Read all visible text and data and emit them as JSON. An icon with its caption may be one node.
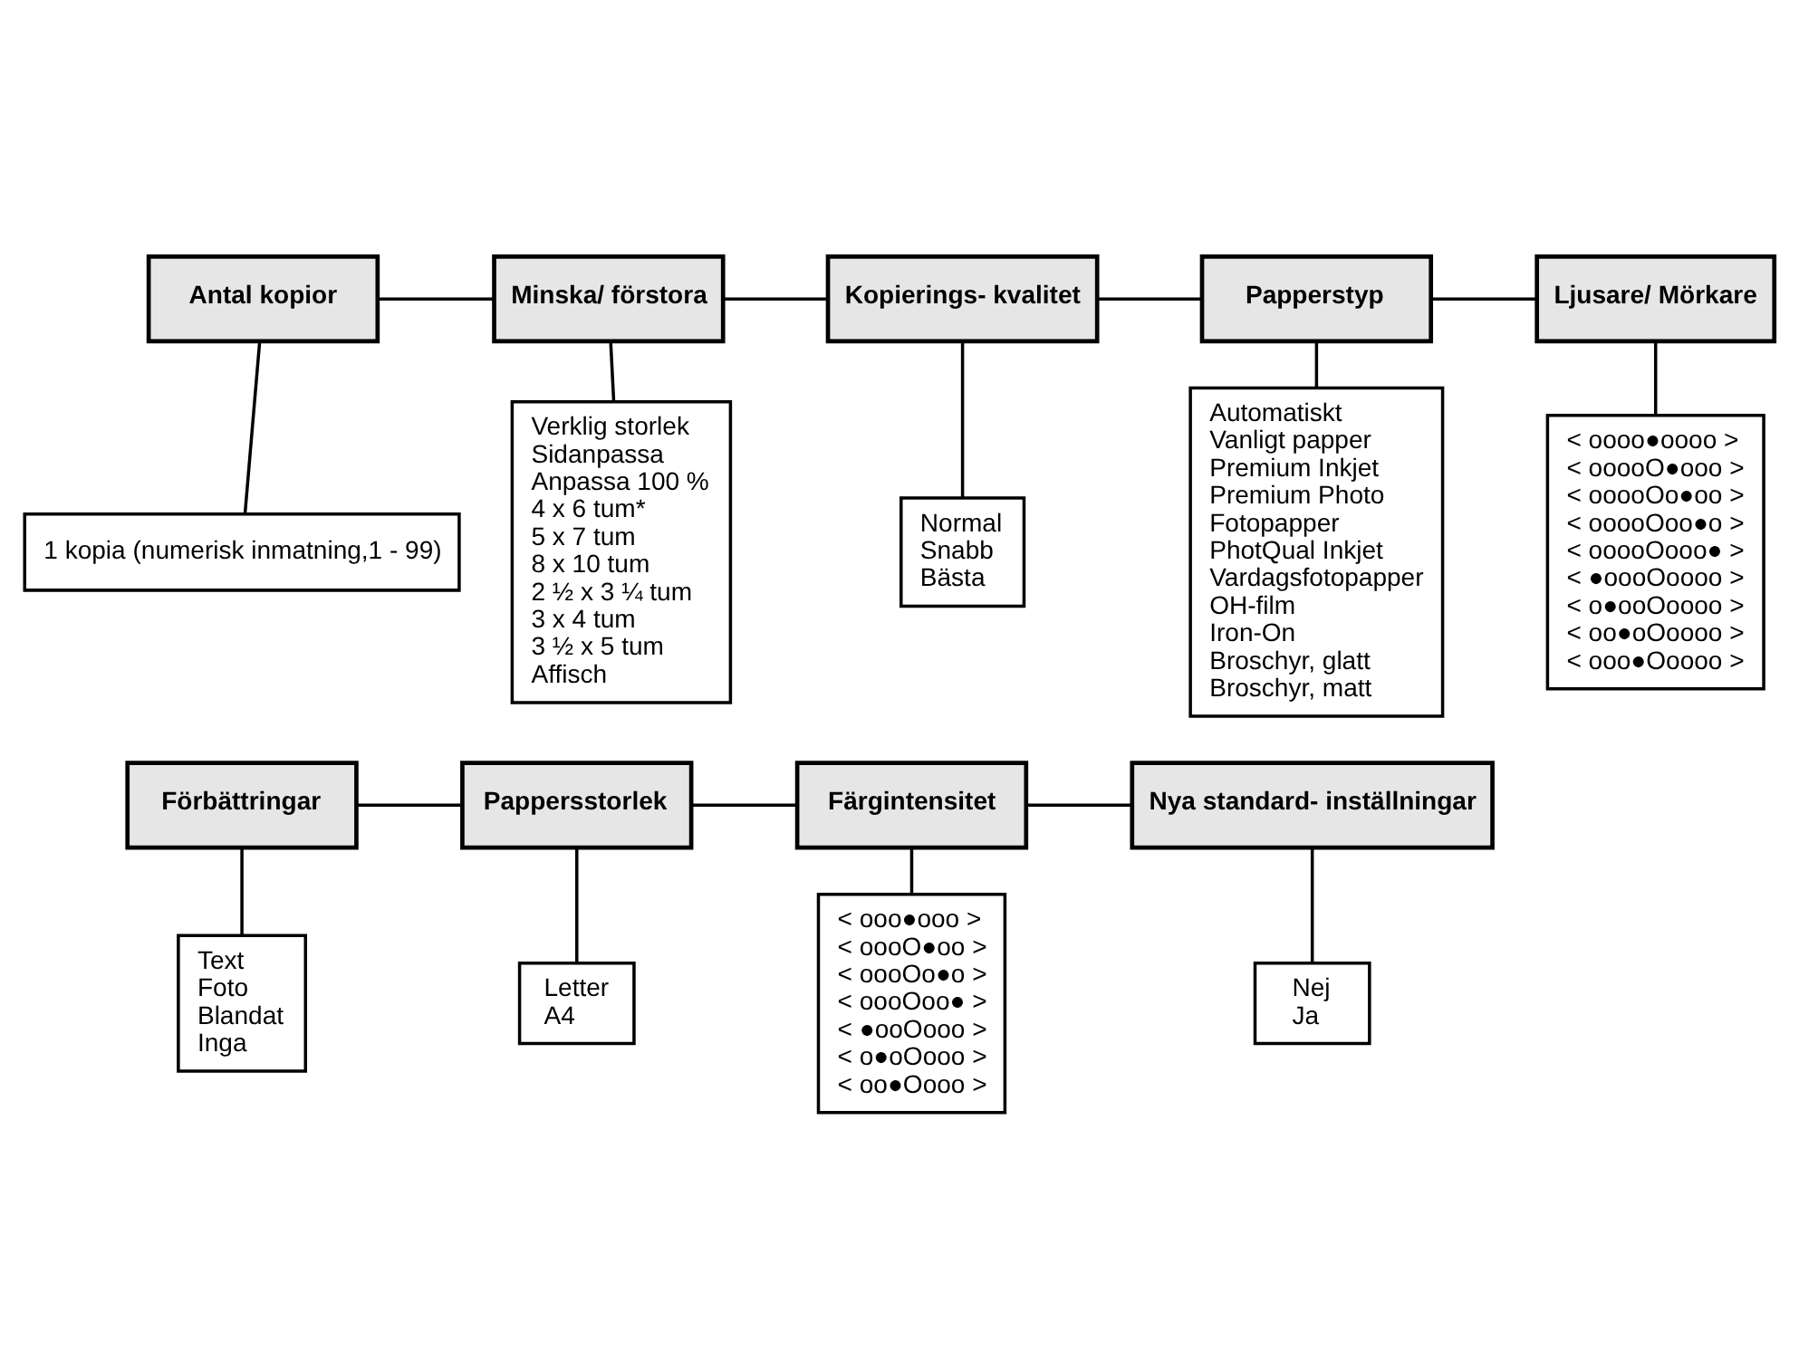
{
  "diagram": {
    "nodes": [
      {
        "text": [
          "Antal kopior"
        ]
      },
      {
        "text": [
          "1 kopia (numerisk inmatning,1 - 99)"
        ]
      },
      {
        "text": [
          "Minska/ förstora"
        ]
      },
      {
        "text": [
          "Verklig storlek",
          "Sidanpassa",
          "Anpassa 100 %",
          "4 x 6 tum*",
          "5 x 7 tum",
          "8 x 10 tum",
          "2 ½ x 3 ¼ tum",
          "3 x 4 tum",
          "3 ½ x 5 tum",
          "Affisch"
        ]
      },
      {
        "text": [
          "Kopierings- kvalitet"
        ]
      },
      {
        "text": [
          "Normal",
          "Snabb",
          "Bästa"
        ]
      },
      {
        "text": [
          "Papperstyp"
        ]
      },
      {
        "text": [
          "Automatiskt",
          "Vanligt papper",
          "Premium Inkjet",
          "Premium Photo",
          "Fotopapper",
          "PhotQual Inkjet",
          "Vardagsfotopapper",
          "OH-film",
          "Iron-On",
          "Broschyr, glatt",
          "Broschyr, matt"
        ]
      },
      {
        "text": [
          "Ljusare/ Mörkare"
        ]
      },
      {
        "text": [
          "< oooo●oooo >",
          "< ooooO●ooo >",
          "< ooooOo●oo >",
          "< ooooOoo●o >",
          "< ooooOooo● >",
          "< ●oooOoooo >",
          "< o●ooOoooo >",
          "< oo●oOoooo >",
          "< ooo●Ooooo >"
        ]
      },
      {
        "text": [
          "Förbättringar"
        ]
      },
      {
        "text": [
          "Text",
          "Foto",
          "Blandat",
          "Inga"
        ]
      },
      {
        "text": [
          "Pappersstorlek"
        ]
      },
      {
        "text": [
          "Letter",
          "A4"
        ]
      },
      {
        "text": [
          "Färgintensitet"
        ]
      },
      {
        "text": [
          "< ooo●ooo >",
          "< oooO●oo >",
          "< oooOo●o >",
          "< oooOoo● >",
          "< ●ooOooo >",
          "< o●oOooo >",
          "< oo●Oooo >"
        ]
      },
      {
        "text": [
          "Nya standard- inställningar"
        ]
      },
      {
        "text": [
          "Nej",
          "Ja"
        ]
      }
    ],
    "edges": [
      {
        "from": 0,
        "to": 2,
        "arrow": "none"
      },
      {
        "from": 2,
        "to": 4,
        "arrow": "none"
      },
      {
        "from": 4,
        "to": 6,
        "arrow": "none"
      },
      {
        "from": 6,
        "to": 8,
        "arrow": "none"
      },
      {
        "from": 0,
        "to": 1,
        "arrow": "none"
      },
      {
        "from": 2,
        "to": 3,
        "arrow": "none"
      },
      {
        "from": 4,
        "to": 5,
        "arrow": "none"
      },
      {
        "from": 6,
        "to": 7,
        "arrow": "none"
      },
      {
        "from": 8,
        "to": 9,
        "arrow": "none"
      },
      {
        "from": 10,
        "to": 12,
        "arrow": "none"
      },
      {
        "from": 12,
        "to": 14,
        "arrow": "none"
      },
      {
        "from": 14,
        "to": 16,
        "arrow": "none"
      },
      {
        "from": 10,
        "to": 11,
        "arrow": "none"
      },
      {
        "from": 12,
        "to": 13,
        "arrow": "none"
      },
      {
        "from": 14,
        "to": 15,
        "arrow": "none"
      },
      {
        "from": 16,
        "to": 17,
        "arrow": "none"
      }
    ]
  }
}
